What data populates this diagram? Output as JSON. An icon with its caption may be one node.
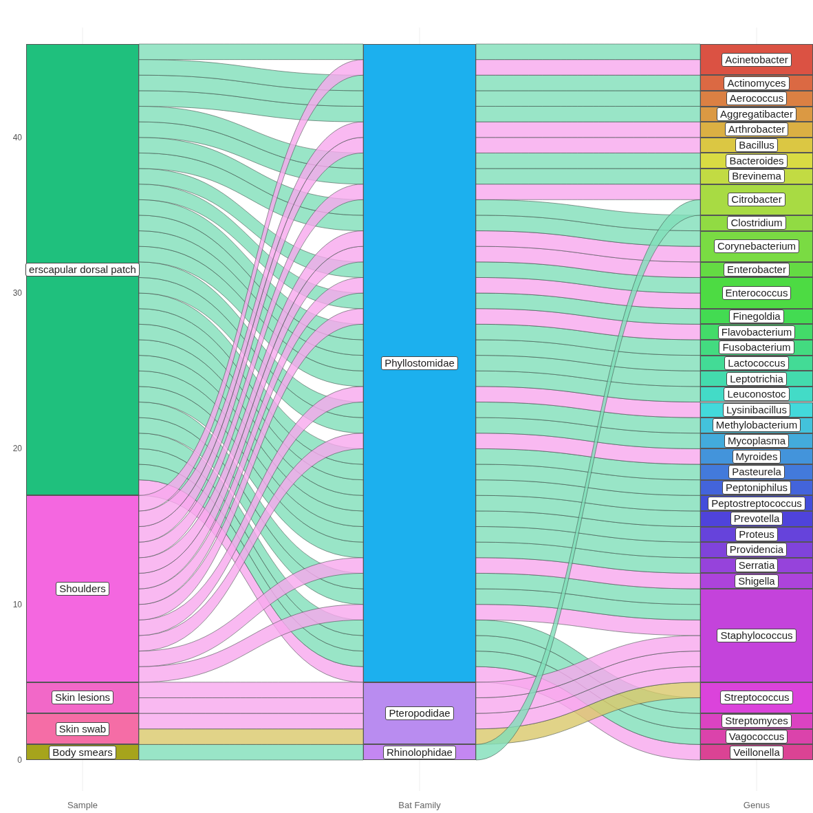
{
  "diagram": {
    "nodes": [
      {
        "text": [
          "erscapular dorsal patch"
        ]
      },
      {
        "text": [
          "Shoulders"
        ]
      },
      {
        "text": [
          "Skin lesions"
        ]
      },
      {
        "text": [
          "Skin swab"
        ]
      },
      {
        "text": [
          "Body smears"
        ]
      },
      {
        "text": [
          "Phyllostomidae"
        ]
      },
      {
        "text": [
          "Pteropodidae"
        ]
      },
      {
        "text": [
          "Rhinolophidae"
        ]
      },
      {
        "text": [
          "Acinetobacter"
        ]
      },
      {
        "text": [
          "Actinomyces"
        ]
      },
      {
        "text": [
          "Aerococcus"
        ]
      },
      {
        "text": [
          "Aggregatibacter"
        ]
      },
      {
        "text": [
          "Arthrobacter"
        ]
      },
      {
        "text": [
          "Bacillus"
        ]
      },
      {
        "text": [
          "Bacteroides"
        ]
      },
      {
        "text": [
          "Brevinema"
        ]
      },
      {
        "text": [
          "Citrobacter"
        ]
      },
      {
        "text": [
          "Clostridium"
        ]
      },
      {
        "text": [
          "Corynebacterium"
        ]
      },
      {
        "text": [
          "Enterobacter"
        ]
      },
      {
        "text": [
          "Enterococcus"
        ]
      },
      {
        "text": [
          "Finegoldia"
        ]
      },
      {
        "text": [
          "Flavobacterium"
        ]
      },
      {
        "text": [
          "Fusobacterium"
        ]
      },
      {
        "text": [
          "Lactococcus"
        ]
      },
      {
        "text": [
          "Leptotrichia"
        ]
      },
      {
        "text": [
          "Leuconostoc"
        ]
      },
      {
        "text": [
          "Lysinibacillus"
        ]
      },
      {
        "text": [
          "Methylobacterium"
        ]
      },
      {
        "text": [
          "Mycoplasma"
        ]
      },
      {
        "text": [
          "Myroides"
        ]
      },
      {
        "text": [
          "Pasteurela"
        ]
      },
      {
        "text": [
          "Peptoniphilus"
        ]
      },
      {
        "text": [
          "Peptostreptococcus"
        ]
      },
      {
        "text": [
          "Prevotella"
        ]
      },
      {
        "text": [
          "Proteus"
        ]
      },
      {
        "text": [
          "Providencia"
        ]
      },
      {
        "text": [
          "Serratia"
        ]
      },
      {
        "text": [
          "Shigella"
        ]
      },
      {
        "text": [
          "Staphylococcus"
        ]
      },
      {
        "text": [
          "Streptococcus"
        ]
      },
      {
        "text": [
          "Streptomyces"
        ]
      },
      {
        "text": [
          "Vagococcus"
        ]
      },
      {
        "text": [
          "Veillonella"
        ]
      }
    ],
    "edges": [
      {
        "from": 4,
        "to": 7,
        "arrow": "none"
      },
      {
        "from": 3,
        "to": 6,
        "arrow": "none",
        "color": "#d9c86a"
      },
      {
        "from": 3,
        "to": 6,
        "arrow": "none",
        "color": "#f7a8ee"
      },
      {
        "from": 2,
        "to": 6,
        "arrow": "none",
        "color": "#f7a8ee"
      },
      {
        "from": 2,
        "to": 6,
        "arrow": "none",
        "color": "#f7a8ee"
      },
      {
        "from": 0,
        "to": 5,
        "arrow": "none",
        "color": "#f7a8ee"
      },
      {
        "from": 0,
        "to": 5,
        "arrow": "none"
      },
      {
        "from": 0,
        "to": 5,
        "arrow": "none"
      },
      {
        "from": 0,
        "to": 5,
        "arrow": "none"
      },
      {
        "from": 1,
        "to": 5,
        "arrow": "none",
        "color": "#f7a8ee"
      },
      {
        "from": 0,
        "to": 5,
        "arrow": "none"
      },
      {
        "from": 0,
        "to": 5,
        "arrow": "none"
      },
      {
        "from": 1,
        "to": 5,
        "arrow": "none",
        "color": "#f7a8ee"
      },
      {
        "from": 0,
        "to": 5,
        "arrow": "none"
      },
      {
        "from": 0,
        "to": 5,
        "arrow": "none"
      },
      {
        "from": 0,
        "to": 5,
        "arrow": "none"
      },
      {
        "from": 0,
        "to": 5,
        "arrow": "none"
      },
      {
        "from": 0,
        "to": 5,
        "arrow": "none"
      },
      {
        "from": 0,
        "to": 5,
        "arrow": "none"
      },
      {
        "from": 0,
        "to": 5,
        "arrow": "none"
      },
      {
        "from": 1,
        "to": 5,
        "arrow": "none",
        "color": "#f7a8ee"
      },
      {
        "from": 0,
        "to": 5,
        "arrow": "none"
      },
      {
        "from": 0,
        "to": 5,
        "arrow": "none"
      },
      {
        "from": 1,
        "to": 5,
        "arrow": "none",
        "color": "#f7a8ee"
      },
      {
        "from": 0,
        "to": 5,
        "arrow": "none"
      },
      {
        "from": 0,
        "to": 5,
        "arrow": "none"
      },
      {
        "from": 0,
        "to": 5,
        "arrow": "none"
      },
      {
        "from": 0,
        "to": 5,
        "arrow": "none"
      },
      {
        "from": 1,
        "to": 5,
        "arrow": "none",
        "color": "#f7a8ee"
      },
      {
        "from": 0,
        "to": 5,
        "arrow": "none"
      },
      {
        "from": 1,
        "to": 5,
        "arrow": "none",
        "color": "#f7a8ee"
      },
      {
        "from": 0,
        "to": 5,
        "arrow": "none"
      },
      {
        "from": 1,
        "to": 5,
        "arrow": "none",
        "color": "#f7a8ee"
      },
      {
        "from": 1,
        "to": 5,
        "arrow": "none",
        "color": "#f7a8ee"
      },
      {
        "from": 0,
        "to": 5,
        "arrow": "none"
      },
      {
        "from": 0,
        "to": 5,
        "arrow": "none"
      },
      {
        "from": 1,
        "to": 5,
        "arrow": "none",
        "color": "#f7a8ee"
      },
      {
        "from": 0,
        "to": 5,
        "arrow": "none"
      },
      {
        "from": 0,
        "to": 5,
        "arrow": "none"
      },
      {
        "from": 1,
        "to": 5,
        "arrow": "none",
        "color": "#f7a8ee"
      },
      {
        "from": 1,
        "to": 5,
        "arrow": "none",
        "color": "#f7a8ee"
      },
      {
        "from": 0,
        "to": 5,
        "arrow": "none"
      },
      {
        "from": 0,
        "to": 5,
        "arrow": "none"
      },
      {
        "from": 0,
        "to": 5,
        "arrow": "none"
      },
      {
        "from": 1,
        "to": 5,
        "arrow": "none",
        "color": "#f7a8ee"
      },
      {
        "from": 0,
        "to": 5,
        "arrow": "none"
      },
      {
        "from": 5,
        "to": 43,
        "arrow": "none",
        "color": "#f7a8ee"
      },
      {
        "from": 5,
        "to": 42,
        "arrow": "none"
      },
      {
        "from": 5,
        "to": 41,
        "arrow": "none"
      },
      {
        "from": 5,
        "to": 40,
        "arrow": "none"
      },
      {
        "from": 6,
        "to": 40,
        "arrow": "none",
        "color": "#d9c86a"
      },
      {
        "from": 6,
        "to": 39,
        "arrow": "none",
        "color": "#f7a8ee"
      },
      {
        "from": 6,
        "to": 39,
        "arrow": "none",
        "color": "#f7a8ee"
      },
      {
        "from": 6,
        "to": 39,
        "arrow": "none",
        "color": "#f7a8ee"
      },
      {
        "from": 5,
        "to": 39,
        "arrow": "none",
        "color": "#f7a8ee"
      },
      {
        "from": 5,
        "to": 39,
        "arrow": "none"
      },
      {
        "from": 5,
        "to": 39,
        "arrow": "none"
      },
      {
        "from": 5,
        "to": 38,
        "arrow": "none",
        "color": "#f7a8ee"
      },
      {
        "from": 5,
        "to": 37,
        "arrow": "none"
      },
      {
        "from": 5,
        "to": 36,
        "arrow": "none"
      },
      {
        "from": 5,
        "to": 35,
        "arrow": "none"
      },
      {
        "from": 5,
        "to": 34,
        "arrow": "none"
      },
      {
        "from": 5,
        "to": 33,
        "arrow": "none"
      },
      {
        "from": 5,
        "to": 32,
        "arrow": "none"
      },
      {
        "from": 5,
        "to": 31,
        "arrow": "none"
      },
      {
        "from": 5,
        "to": 30,
        "arrow": "none",
        "color": "#f7a8ee"
      },
      {
        "from": 5,
        "to": 29,
        "arrow": "none"
      },
      {
        "from": 5,
        "to": 28,
        "arrow": "none"
      },
      {
        "from": 5,
        "to": 27,
        "arrow": "none",
        "color": "#f7a8ee"
      },
      {
        "from": 5,
        "to": 26,
        "arrow": "none"
      },
      {
        "from": 5,
        "to": 25,
        "arrow": "none"
      },
      {
        "from": 5,
        "to": 24,
        "arrow": "none"
      },
      {
        "from": 5,
        "to": 23,
        "arrow": "none"
      },
      {
        "from": 5,
        "to": 22,
        "arrow": "none",
        "color": "#f7a8ee"
      },
      {
        "from": 5,
        "to": 21,
        "arrow": "none"
      },
      {
        "from": 5,
        "to": 20,
        "arrow": "none",
        "color": "#f7a8ee"
      },
      {
        "from": 5,
        "to": 20,
        "arrow": "none"
      },
      {
        "from": 5,
        "to": 19,
        "arrow": "none",
        "color": "#f7a8ee"
      },
      {
        "from": 5,
        "to": 18,
        "arrow": "none",
        "color": "#f7a8ee"
      },
      {
        "from": 5,
        "to": 18,
        "arrow": "none"
      },
      {
        "from": 5,
        "to": 17,
        "arrow": "none"
      },
      {
        "from": 7,
        "to": 16,
        "arrow": "none"
      },
      {
        "from": 5,
        "to": 16,
        "arrow": "none",
        "color": "#f7a8ee"
      },
      {
        "from": 5,
        "to": 15,
        "arrow": "none"
      },
      {
        "from": 5,
        "to": 14,
        "arrow": "none"
      },
      {
        "from": 5,
        "to": 13,
        "arrow": "none",
        "color": "#f7a8ee"
      },
      {
        "from": 5,
        "to": 12,
        "arrow": "none",
        "color": "#f7a8ee"
      },
      {
        "from": 5,
        "to": 11,
        "arrow": "none"
      },
      {
        "from": 5,
        "to": 10,
        "arrow": "none"
      },
      {
        "from": 5,
        "to": 9,
        "arrow": "none"
      },
      {
        "from": 5,
        "to": 8,
        "arrow": "none",
        "color": "#f7a8ee"
      },
      {
        "from": 5,
        "to": 8,
        "arrow": "none"
      }
    ],
    "labels": [
      "40",
      "30",
      "20",
      "10",
      "0",
      "Sample",
      "Bat Family",
      "Genus"
    ]
  }
}
